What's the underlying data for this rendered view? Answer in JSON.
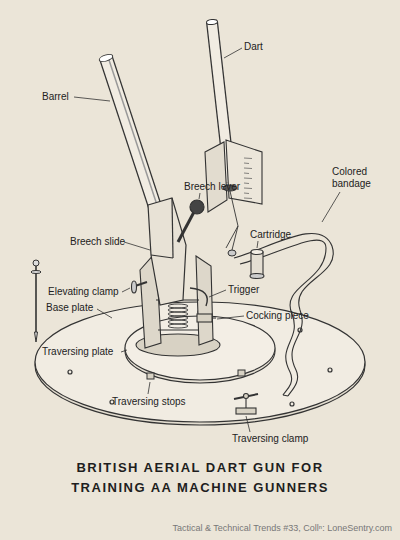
{
  "diagram": {
    "title": "BRITISH AERIAL DART GUN FOR TRAINING AA MACHINE GUNNERS",
    "labels": [
      "Barrel",
      "Dart",
      "Breech lever",
      "Colored bandage",
      "Cartridge",
      "Breech slide",
      "Elevating clamp",
      "Trigger",
      "Cocking piece",
      "Base plate",
      "Traversing plate",
      "Traversing stops",
      "Traversing clamp",
      "Tactical & Technical Trends #33, Collⁿ: LoneSentry.com"
    ]
  }
}
